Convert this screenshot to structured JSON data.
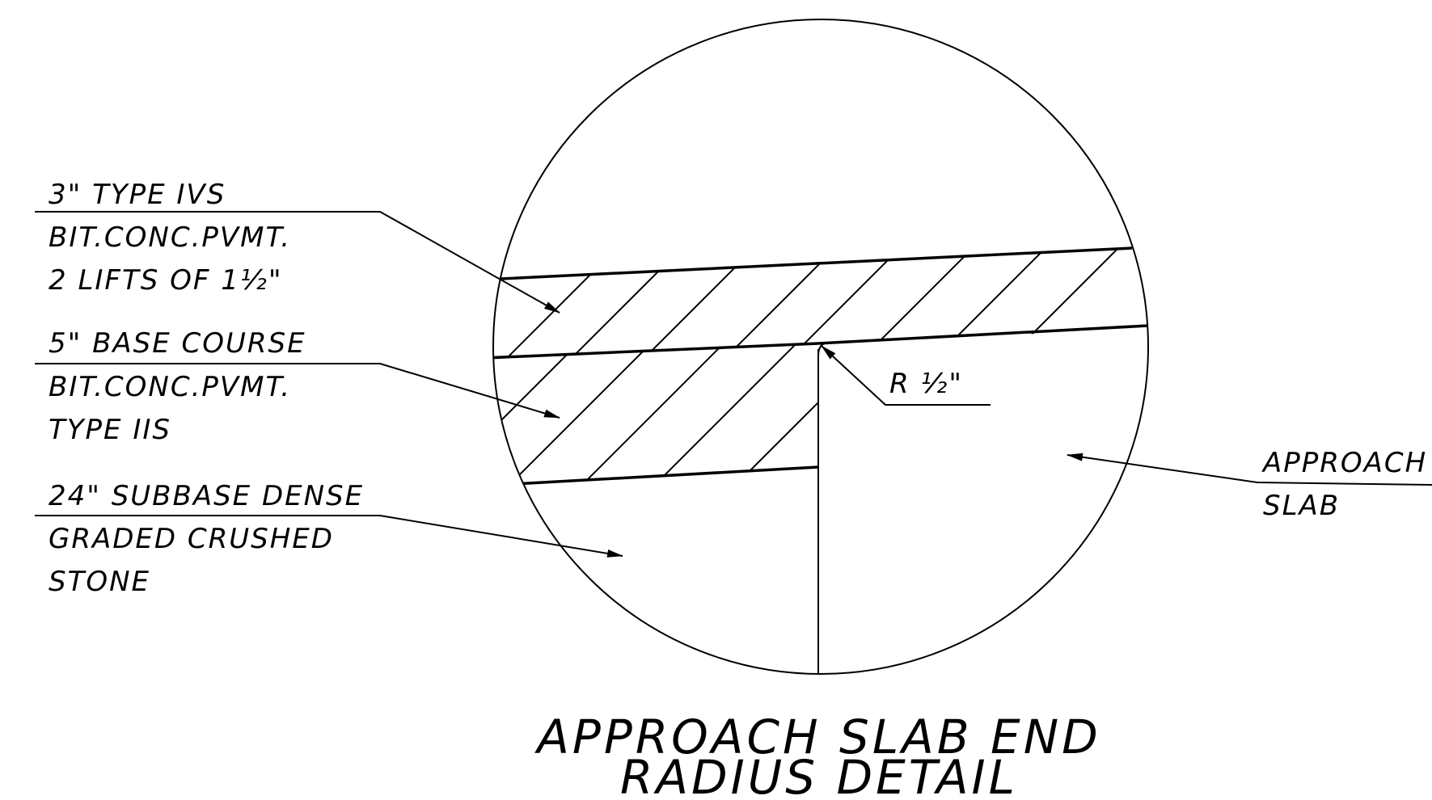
{
  "labels": {
    "pvmt_top": {
      "line1": "3\" TYPE IVS",
      "line2": "BIT.CONC.PVMT.",
      "line3": "2 LIFTS OF 1½\""
    },
    "base_course": {
      "line1": "5\" BASE COURSE",
      "line2": "BIT.CONC.PVMT.",
      "line3": "TYPE IIS"
    },
    "subbase": {
      "line1": "24\" SUBBASE DENSE",
      "line2": "GRADED CRUSHED",
      "line3": "STONE"
    },
    "radius": "R ½\"",
    "approach_slab": {
      "line1": "APPROACH",
      "line2": "SLAB"
    }
  },
  "title": {
    "line1": "APPROACH SLAB END",
    "line2": "RADIUS DETAIL"
  }
}
